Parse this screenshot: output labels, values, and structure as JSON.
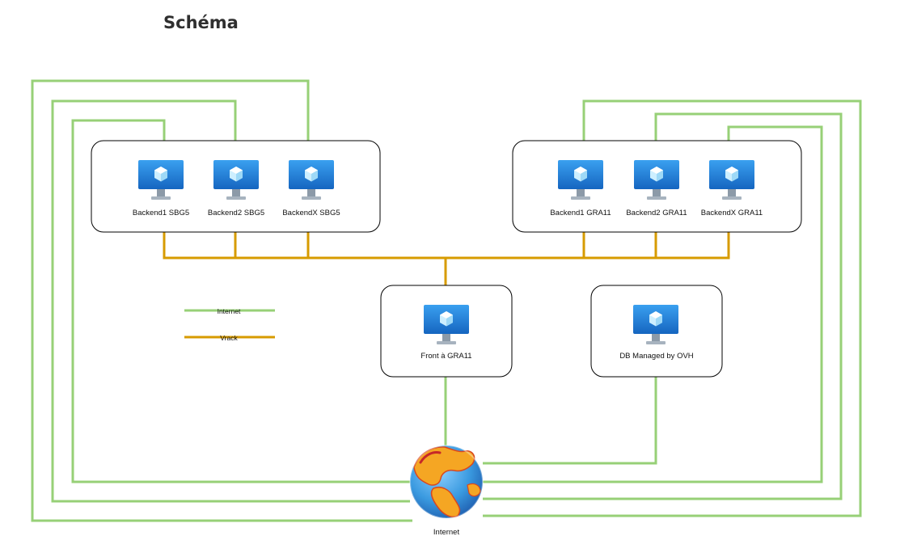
{
  "title": "Schéma",
  "colors": {
    "internet_link": "#97d077",
    "vrack_link": "#d79b00",
    "group_border": "#000000",
    "vm_screen": "#1e88e5",
    "vm_stand": "#8c9aa8"
  },
  "groups": {
    "sbg": {
      "vms": [
        {
          "label": "Backend1 SBG5",
          "icon": "virtual-machine-icon"
        },
        {
          "label": "Backend2 SBG5",
          "icon": "virtual-machine-icon"
        },
        {
          "label": "BackendX SBG5",
          "icon": "virtual-machine-icon"
        }
      ]
    },
    "gra": {
      "vms": [
        {
          "label": "Backend1 GRA11",
          "icon": "virtual-machine-icon"
        },
        {
          "label": "Backend2 GRA11",
          "icon": "virtual-machine-icon"
        },
        {
          "label": "BackendX GRA11",
          "icon": "virtual-machine-icon"
        }
      ]
    },
    "front": {
      "label": "Front à GRA11",
      "icon": "virtual-machine-icon"
    },
    "db": {
      "label": "DB Managed by OVH",
      "icon": "virtual-machine-icon"
    }
  },
  "internet": {
    "label": "Internet",
    "icon": "globe-icon"
  },
  "legend": {
    "internet_label": "Internet",
    "vrack_label": "Vrack"
  }
}
